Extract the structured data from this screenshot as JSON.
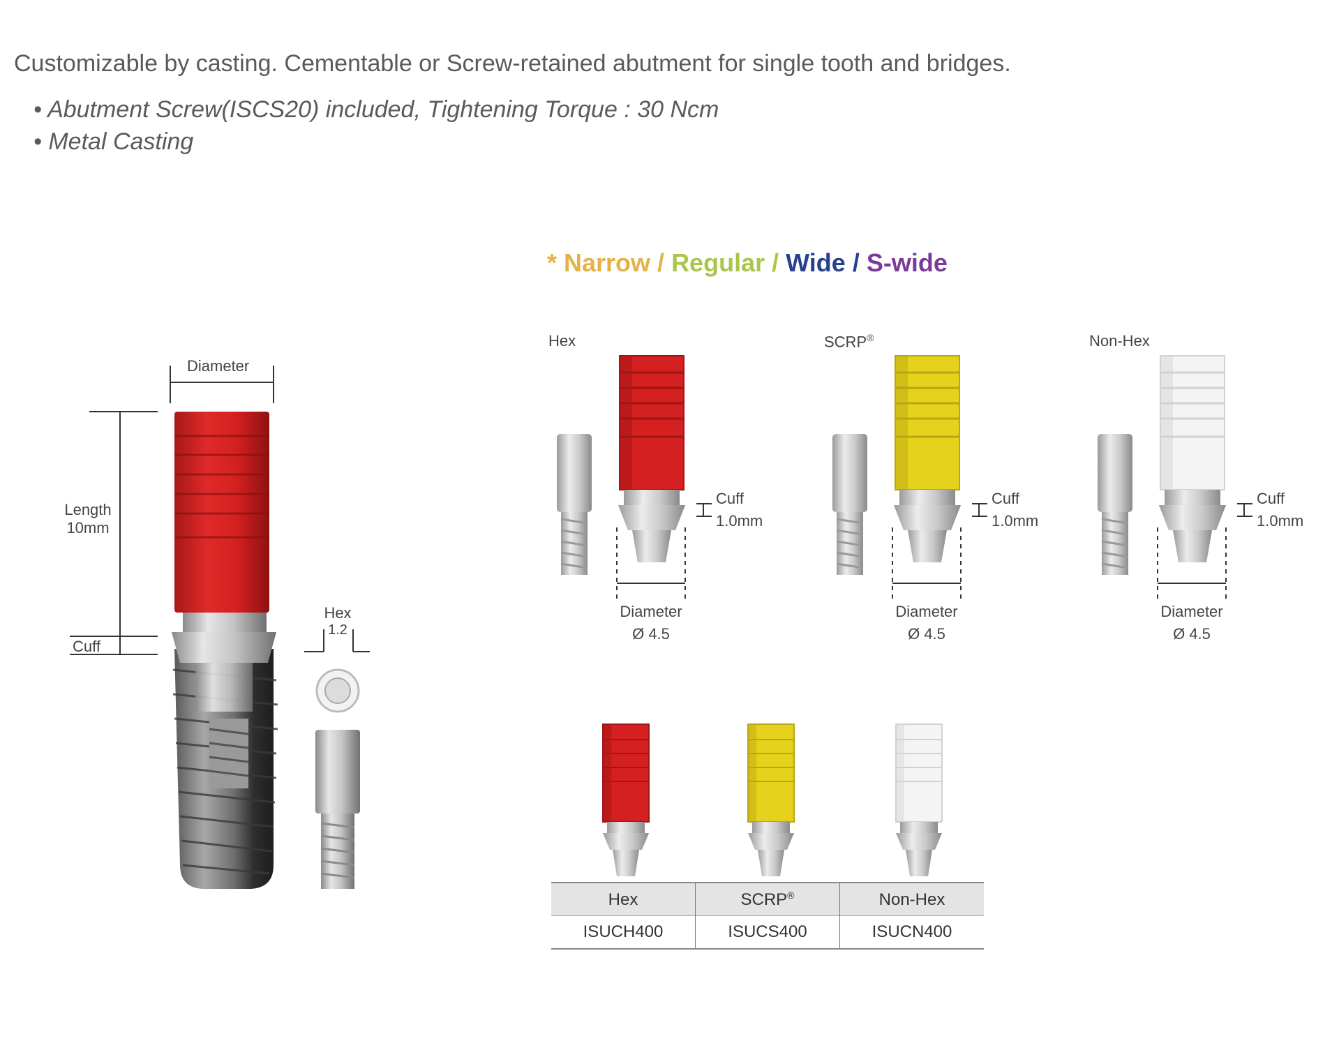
{
  "intro": {
    "headline": "Customizable by casting. Cementable or Screw-retained abutment for single tooth and bridges.",
    "bullets": [
      "Abutment Screw(ISCS20) included, Tightening Torque : 30 Ncm",
      "Metal Casting"
    ]
  },
  "legend": {
    "prefix": "* ",
    "sizes": [
      {
        "label": "Narrow",
        "color": "#e3b34a"
      },
      {
        "label": "Regular",
        "color": "#a9c64a"
      },
      {
        "label": "Wide",
        "color": "#27418f"
      },
      {
        "label": "S-wide",
        "color": "#7b3a9b"
      }
    ],
    "separator": " / "
  },
  "main_diagram": {
    "diameter_label": "Diameter",
    "length_label_line1": "Length",
    "length_label_line2": "10mm",
    "cuff_label": "Cuff",
    "hex_label": "Hex",
    "hex_value": "1.2"
  },
  "variants": [
    {
      "type": "Hex",
      "color": "#d42020",
      "shade": "#a01515",
      "cuff_label": "Cuff",
      "cuff_value": "1.0mm",
      "diameter_label": "Diameter",
      "diameter_value": "Ø 4.5"
    },
    {
      "type": "SCRP",
      "sup": "®",
      "color": "#e6d21c",
      "shade": "#b8a612",
      "cuff_label": "Cuff",
      "cuff_value": "1.0mm",
      "diameter_label": "Diameter",
      "diameter_value": "Ø 4.5"
    },
    {
      "type": "Non-Hex",
      "color": "#f4f4f4",
      "shade": "#d2d2d2",
      "cuff_label": "Cuff",
      "cuff_value": "1.0mm",
      "diameter_label": "Diameter",
      "diameter_value": "Ø 4.5"
    }
  ],
  "product_table": {
    "headers": [
      {
        "label": "Hex",
        "sup": ""
      },
      {
        "label": "SCRP",
        "sup": "®"
      },
      {
        "label": "Non-Hex",
        "sup": ""
      }
    ],
    "codes": [
      "ISUCH400",
      "ISUCS400",
      "ISUCN400"
    ]
  }
}
